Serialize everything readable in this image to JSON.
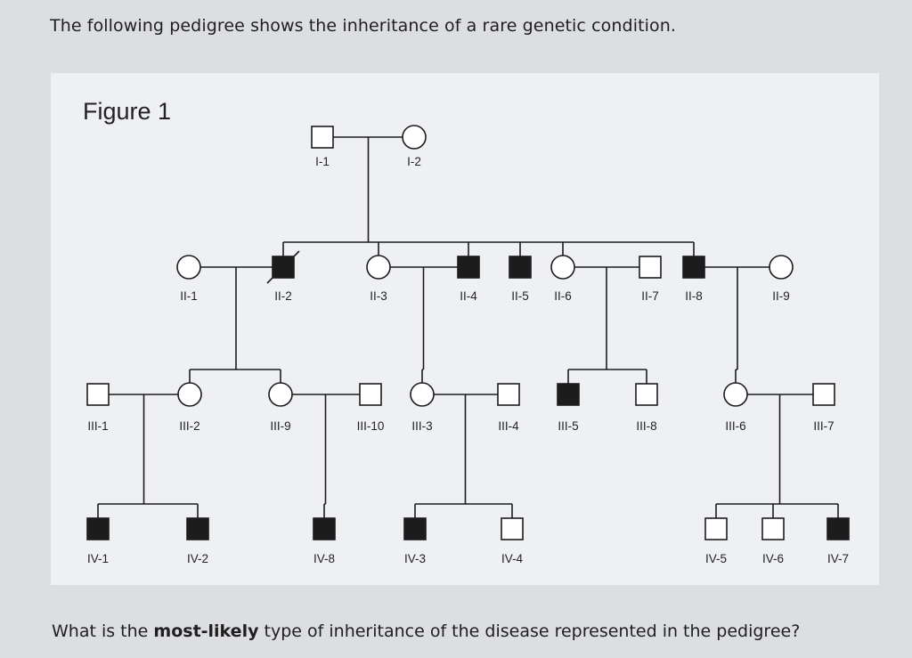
{
  "header": {
    "intro_text": "The following pedigree shows the inheritance of a rare genetic condition."
  },
  "figure": {
    "title": "Figure 1"
  },
  "question": {
    "prefix": "What is the",
    "emphasis": "most-likely",
    "suffix": "type of inheritance of the disease represented in the pedigree?"
  },
  "pedigree": {
    "individuals": [
      {
        "id": "I-1",
        "label": "I-1",
        "sex": "male",
        "affected": false,
        "deceased": false
      },
      {
        "id": "I-2",
        "label": "I-2",
        "sex": "female",
        "affected": false,
        "deceased": false
      },
      {
        "id": "II-1",
        "label": "II-1",
        "sex": "female",
        "affected": false,
        "deceased": false
      },
      {
        "id": "II-2",
        "label": "II-2",
        "sex": "male",
        "affected": true,
        "deceased": true
      },
      {
        "id": "II-3",
        "label": "II-3",
        "sex": "female",
        "affected": false,
        "deceased": false
      },
      {
        "id": "II-4",
        "label": "II-4",
        "sex": "male",
        "affected": true,
        "deceased": false
      },
      {
        "id": "II-5",
        "label": "II-5",
        "sex": "male",
        "affected": true,
        "deceased": false
      },
      {
        "id": "II-6",
        "label": "II-6",
        "sex": "female",
        "affected": false,
        "deceased": false
      },
      {
        "id": "II-7",
        "label": "II-7",
        "sex": "male",
        "affected": false,
        "deceased": false
      },
      {
        "id": "II-8",
        "label": "II-8",
        "sex": "male",
        "affected": true,
        "deceased": false
      },
      {
        "id": "II-9",
        "label": "II-9",
        "sex": "female",
        "affected": false,
        "deceased": false
      },
      {
        "id": "III-1",
        "label": "III-1",
        "sex": "male",
        "affected": false,
        "deceased": false
      },
      {
        "id": "III-2",
        "label": "III-2",
        "sex": "female",
        "affected": false,
        "deceased": false
      },
      {
        "id": "III-9",
        "label": "III-9",
        "sex": "female",
        "affected": false,
        "deceased": false
      },
      {
        "id": "III-10",
        "label": "III-10",
        "sex": "male",
        "affected": false,
        "deceased": false
      },
      {
        "id": "III-3",
        "label": "III-3",
        "sex": "female",
        "affected": false,
        "deceased": false
      },
      {
        "id": "III-4",
        "label": "III-4",
        "sex": "male",
        "affected": false,
        "deceased": false
      },
      {
        "id": "III-5",
        "label": "III-5",
        "sex": "male",
        "affected": true,
        "deceased": false
      },
      {
        "id": "III-8",
        "label": "III-8",
        "sex": "male",
        "affected": false,
        "deceased": false
      },
      {
        "id": "III-6",
        "label": "III-6",
        "sex": "female",
        "affected": false,
        "deceased": false
      },
      {
        "id": "III-7",
        "label": "III-7",
        "sex": "male",
        "affected": false,
        "deceased": false
      },
      {
        "id": "IV-1",
        "label": "IV-1",
        "sex": "male",
        "affected": true,
        "deceased": false
      },
      {
        "id": "IV-2",
        "label": "IV-2",
        "sex": "male",
        "affected": true,
        "deceased": false
      },
      {
        "id": "IV-8",
        "label": "IV-8",
        "sex": "male",
        "affected": true,
        "deceased": false
      },
      {
        "id": "IV-3",
        "label": "IV-3",
        "sex": "male",
        "affected": true,
        "deceased": false
      },
      {
        "id": "IV-4",
        "label": "IV-4",
        "sex": "male",
        "affected": false,
        "deceased": false
      },
      {
        "id": "IV-5",
        "label": "IV-5",
        "sex": "male",
        "affected": false,
        "deceased": false
      },
      {
        "id": "IV-6",
        "label": "IV-6",
        "sex": "male",
        "affected": false,
        "deceased": false
      },
      {
        "id": "IV-7",
        "label": "IV-7",
        "sex": "male",
        "affected": true,
        "deceased": false
      }
    ],
    "matings": [
      {
        "partners": [
          "I-1",
          "I-2"
        ],
        "children": [
          "II-2",
          "II-3",
          "II-4",
          "II-5",
          "II-6",
          "II-8"
        ]
      },
      {
        "partners": [
          "II-1",
          "II-2"
        ],
        "children": [
          "III-2",
          "III-9"
        ]
      },
      {
        "partners": [
          "II-3",
          "II-4"
        ],
        "children": [
          "III-3"
        ]
      },
      {
        "partners": [
          "II-6",
          "II-7"
        ],
        "children": [
          "III-5",
          "III-8"
        ]
      },
      {
        "partners": [
          "II-8",
          "II-9"
        ],
        "children": [
          "III-6"
        ]
      },
      {
        "partners": [
          "III-1",
          "III-2"
        ],
        "children": [
          "IV-1",
          "IV-2"
        ]
      },
      {
        "partners": [
          "III-9",
          "III-10"
        ],
        "children": [
          "IV-8"
        ]
      },
      {
        "partners": [
          "III-3",
          "III-4"
        ],
        "children": [
          "IV-3",
          "IV-4"
        ]
      },
      {
        "partners": [
          "III-6",
          "III-7"
        ],
        "children": [
          "IV-5",
          "IV-6",
          "IV-7"
        ]
      }
    ]
  }
}
